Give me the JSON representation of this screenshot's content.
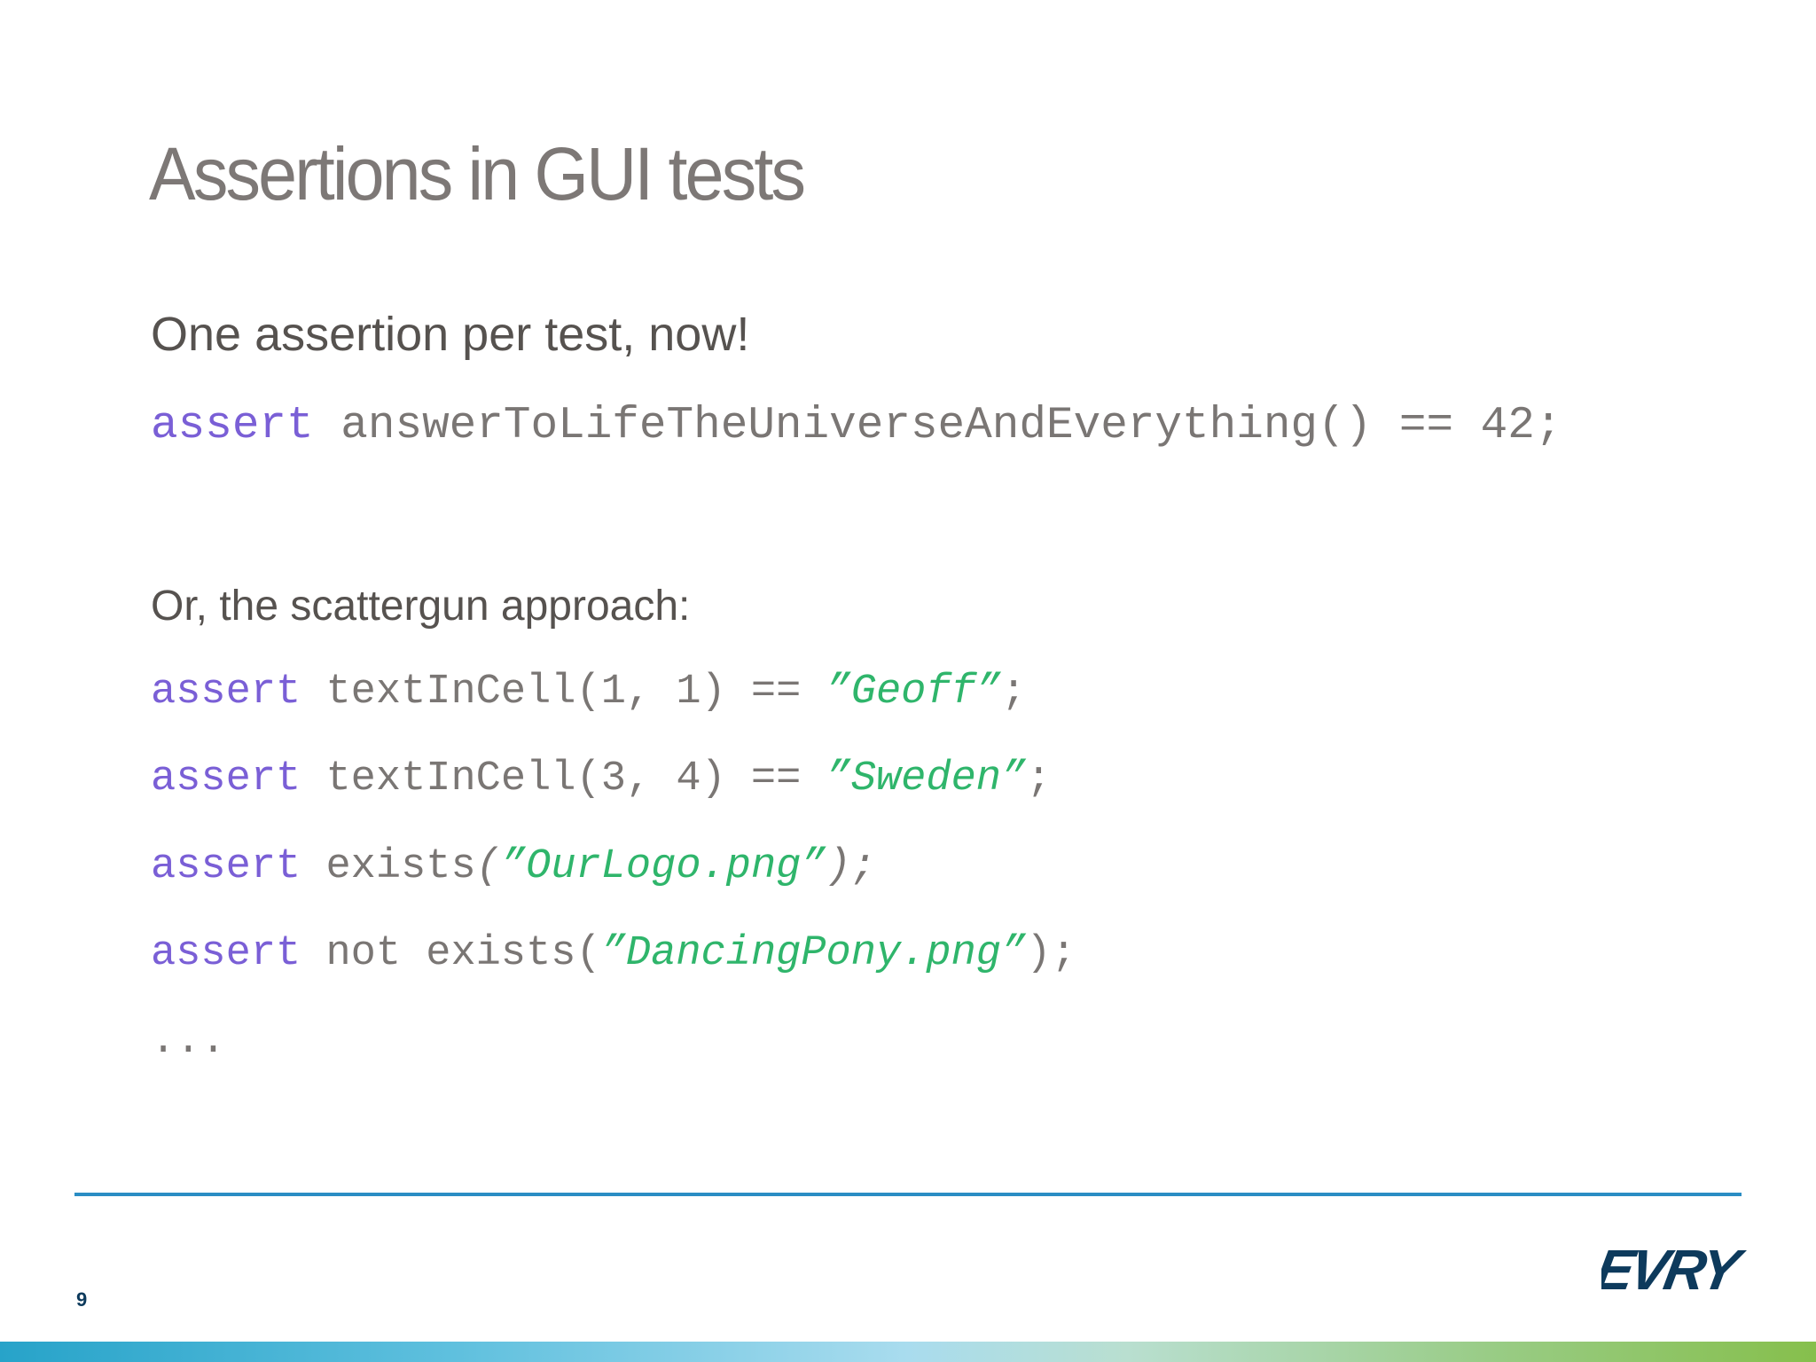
{
  "slide": {
    "title": "Assertions in GUI tests",
    "intro": "One assertion per test, now!",
    "main_assert": {
      "keyword": "assert",
      "expression": "answerToLifeTheUniverseAndEverything() == 42;"
    },
    "scatter_intro": "Or, the scattergun approach:",
    "code_lines": [
      {
        "keyword": "assert",
        "pre": "textInCell(1, 1) == ",
        "string": "”Geoff”",
        "post": ";"
      },
      {
        "keyword": "assert",
        "pre": "exists",
        "pre_italic": "(",
        "string": "”OurLogo.png”",
        "post": ");"
      },
      {
        "keyword": "assert",
        "pre": "textInCell(3, 4) == ",
        "string": "”Sweden”",
        "post": ";"
      },
      {
        "keyword": "assert",
        "pre": "not exists(",
        "string": "”DancingPony.png”",
        "post": ");"
      }
    ],
    "ellipsis": "...",
    "page_number": "9",
    "logo_text": "EVRY"
  },
  "colors": {
    "title": "#7d7876",
    "body": "#56524f",
    "keyword": "#7a5fd6",
    "string": "#2fb56b",
    "code": "#7a7674",
    "footer_line": "#2a8dc4",
    "logo": "#0d3a5c"
  }
}
